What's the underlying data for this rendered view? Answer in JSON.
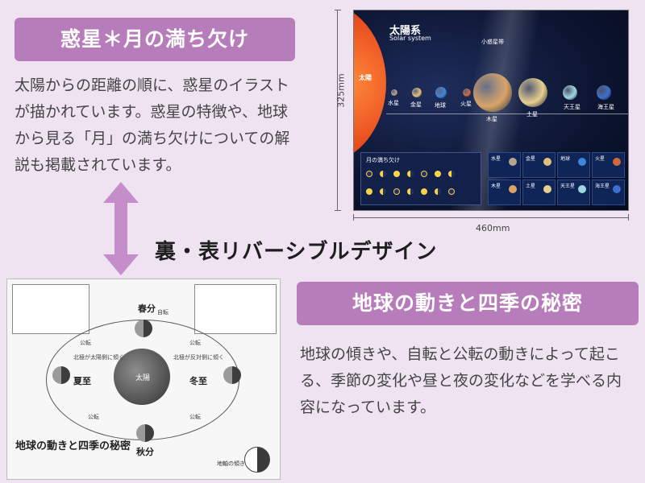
{
  "top_section": {
    "title": "惑星＊月の満ち欠け",
    "description": "太陽からの距離の順に、惑星のイラストが描かれています。惑星の特徴や、地球から見る「月」の満ち欠けについての解説も掲載されています。"
  },
  "middle": {
    "reversible_label": "裏・表リバーシブルデザイン"
  },
  "bottom_section": {
    "title": "地球の動きと四季の秘密",
    "description": "地球の傾きや、自転と公転の動きによって起こる、季節の変化や昼と夜の変化などを学べる内容になっています。"
  },
  "dimensions": {
    "height": "325mm",
    "width": "460mm"
  },
  "solar_poster": {
    "title": "太陽系",
    "subtitle": "Solar system",
    "sun_label": "太陽",
    "planets": [
      {
        "name": "水星",
        "color": "#b9a68a"
      },
      {
        "name": "金星",
        "color": "#e3c07a"
      },
      {
        "name": "地球",
        "color": "#3f86d6"
      },
      {
        "name": "火星",
        "color": "#d2693c"
      },
      {
        "name": "木星",
        "color": "#d9a468"
      },
      {
        "name": "土星",
        "color": "#e6cf8e"
      },
      {
        "name": "天王星",
        "color": "#9fd8e0"
      },
      {
        "name": "海王星",
        "color": "#3d6fd0"
      }
    ],
    "asteroid_label": "小惑星帯",
    "moon_panel_title": "月の満ち欠け"
  },
  "seasons_poster": {
    "sun_label": "太陽",
    "spring": "春分",
    "summer": "夏至",
    "autumn": "秋分",
    "winter": "冬至",
    "revolution": "公転",
    "rotation": "自転",
    "north_to_sun": "北極が太陽側に傾く",
    "north_away": "北極が反対側に傾く",
    "title": "地球の動きと四季の秘密",
    "axis_tilt": "地軸の傾きは 23.4°"
  }
}
